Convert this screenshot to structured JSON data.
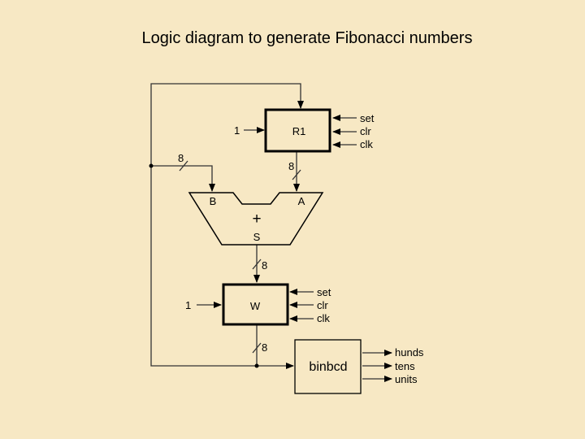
{
  "title": "Logic diagram to generate Fibonacci numbers",
  "colors": {
    "background": "#f7e8c4",
    "line": "#333333"
  },
  "r1": {
    "label": "R1",
    "input_value": "1",
    "controls": [
      "set",
      "clr",
      "clk"
    ],
    "out_width": "8"
  },
  "feedback": {
    "width": "8"
  },
  "adder": {
    "input_b": "B",
    "input_a": "A",
    "op": "+",
    "output": "S",
    "out_width": "8"
  },
  "w": {
    "label": "W",
    "input_value": "1",
    "controls": [
      "set",
      "clr",
      "clk"
    ],
    "out_width": "8"
  },
  "binbcd": {
    "label": "binbcd",
    "outputs": [
      "hunds",
      "tens",
      "units"
    ]
  }
}
